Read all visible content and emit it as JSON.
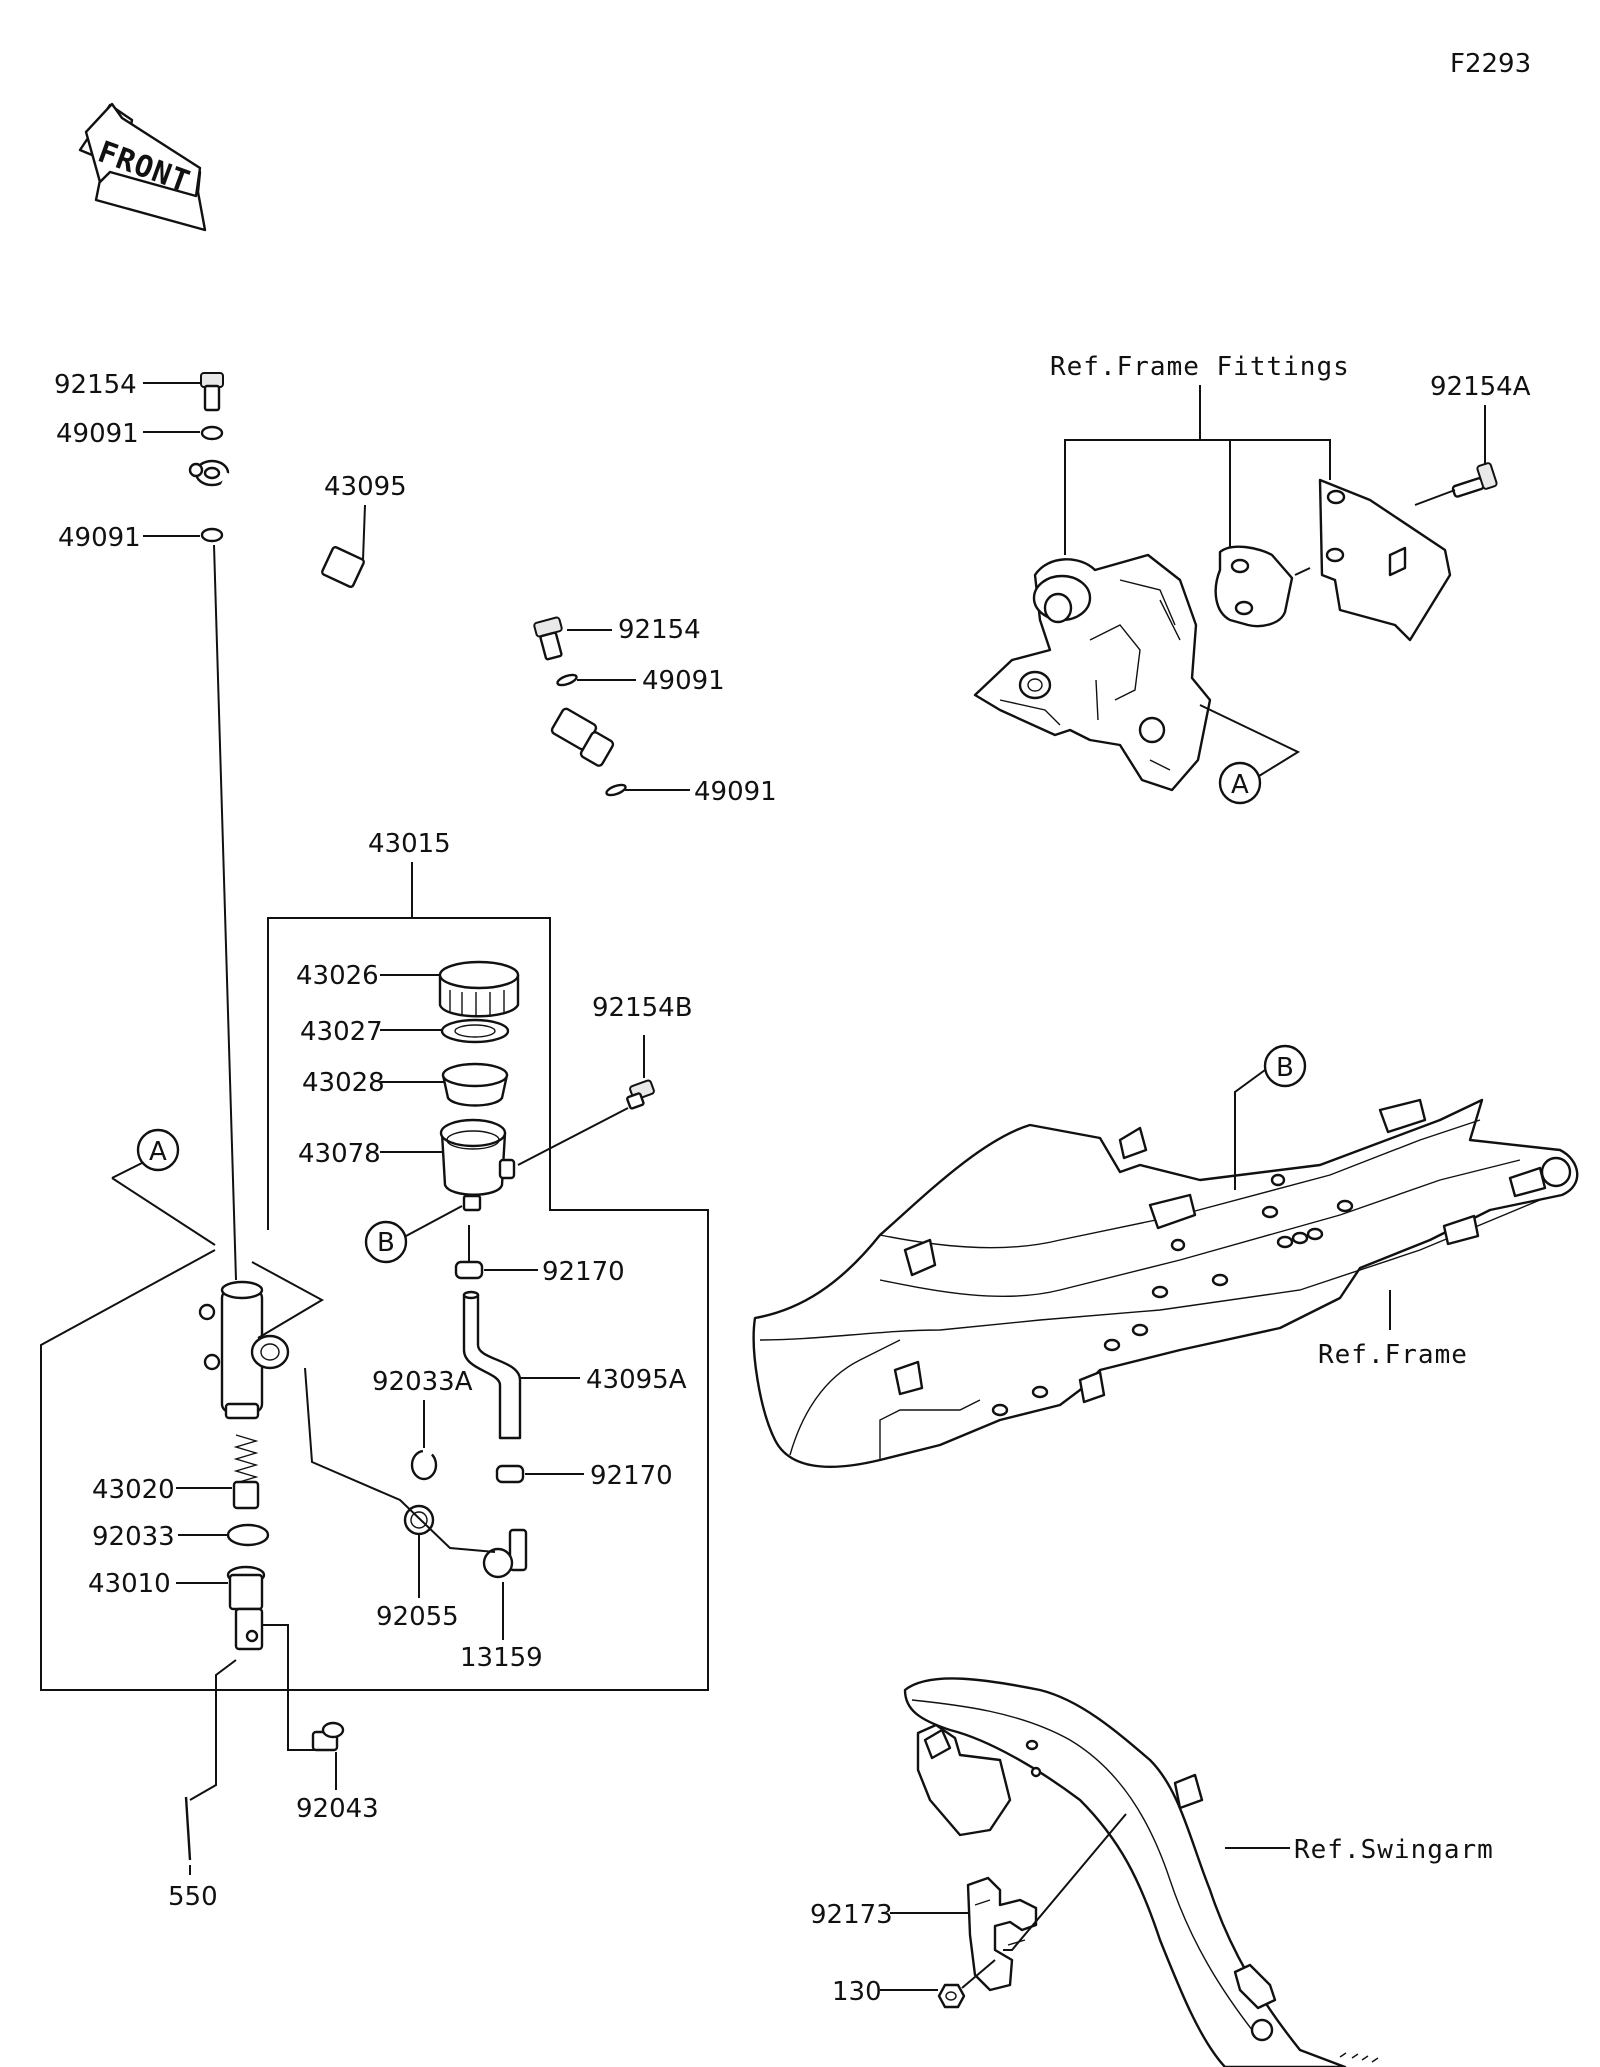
{
  "figure_code": "F2293",
  "front_label": "FRONT",
  "callouts": {
    "a_upper": "A",
    "a_lower": "A",
    "b_upper": "B",
    "b_lower": "B"
  },
  "references": {
    "frame_fittings": "Ref.Frame Fittings",
    "frame": "Ref.Frame",
    "swingarm": "Ref.Swingarm"
  },
  "part_labels": [
    {
      "id": "p_92154_top",
      "text": "92154"
    },
    {
      "id": "p_49091_a",
      "text": "49091"
    },
    {
      "id": "p_49091_b",
      "text": "49091"
    },
    {
      "id": "p_43095",
      "text": "43095"
    },
    {
      "id": "p_92154_mid",
      "text": "92154"
    },
    {
      "id": "p_49091_c",
      "text": "49091"
    },
    {
      "id": "p_49091_d",
      "text": "49091"
    },
    {
      "id": "p_43015",
      "text": "43015"
    },
    {
      "id": "p_43026",
      "text": "43026"
    },
    {
      "id": "p_43027",
      "text": "43027"
    },
    {
      "id": "p_43028",
      "text": "43028"
    },
    {
      "id": "p_43078",
      "text": "43078"
    },
    {
      "id": "p_92154B",
      "text": "92154B"
    },
    {
      "id": "p_92170_a",
      "text": "92170"
    },
    {
      "id": "p_92033A",
      "text": "92033A"
    },
    {
      "id": "p_43095A",
      "text": "43095A"
    },
    {
      "id": "p_92170_b",
      "text": "92170"
    },
    {
      "id": "p_43020",
      "text": "43020"
    },
    {
      "id": "p_92033",
      "text": "92033"
    },
    {
      "id": "p_43010",
      "text": "43010"
    },
    {
      "id": "p_92055",
      "text": "92055"
    },
    {
      "id": "p_13159",
      "text": "13159"
    },
    {
      "id": "p_92043",
      "text": "92043"
    },
    {
      "id": "p_550",
      "text": "550"
    },
    {
      "id": "p_92154A",
      "text": "92154A"
    },
    {
      "id": "p_92173",
      "text": "92173"
    },
    {
      "id": "p_130",
      "text": "130"
    }
  ]
}
